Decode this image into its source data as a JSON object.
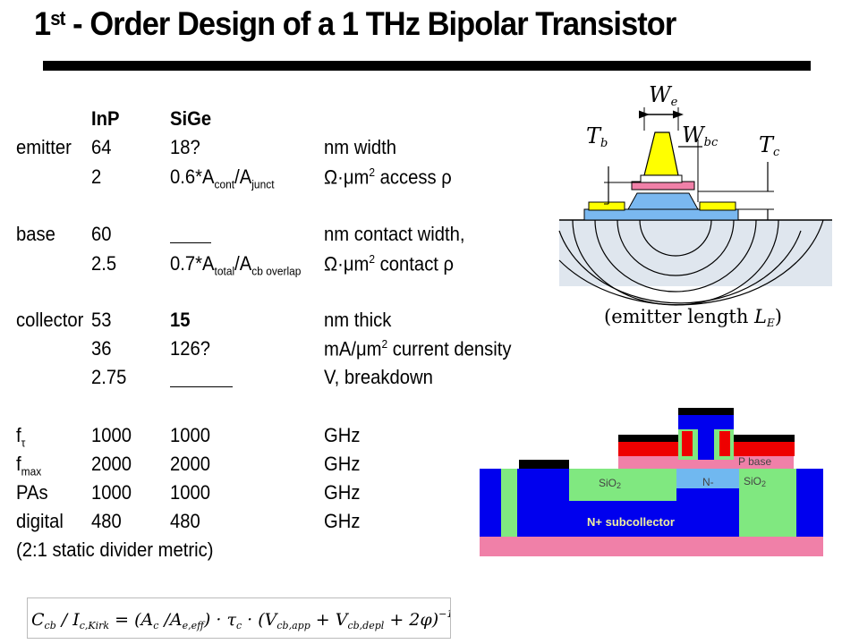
{
  "title": {
    "lead": "1",
    "sup": "st",
    "rest": " - Order Design of a 1 THz Bipolar Transistor"
  },
  "header": {
    "col1": "InP",
    "col2": "SiGe"
  },
  "rows": [
    {
      "label": "emitter",
      "inp": "64",
      "sige": "18?",
      "unit": "nm width"
    },
    {
      "label": "",
      "inp": "2",
      "sige_a": "0.6*A",
      "sige_a_sub": "cont",
      "sige_b": "/A",
      "sige_b_sub": "junct",
      "unit_a": "Ω·μm",
      "unit_sup": "2",
      "unit_b": "  access ρ"
    },
    {
      "label": "base",
      "inp": "60",
      "unit": "nm contact width,"
    },
    {
      "label": "",
      "inp": "2.5",
      "sige_a": "0.7*A",
      "sige_a_sub": "total",
      "sige_b": "/A",
      "sige_b_sub": "cb overlap",
      "unit_a": "Ω·μm",
      "unit_sup": "2",
      "unit_b": "  contact ρ"
    },
    {
      "label": "collector",
      "inp": "53",
      "sige": "15",
      "unit": "nm thick"
    },
    {
      "label": "",
      "inp": "36",
      "sige": "126?",
      "unit_a": "mA/μm",
      "unit_sup": "2",
      "unit_b": "  current density"
    },
    {
      "label": "",
      "inp": "2.75",
      "unit": "V, breakdown"
    },
    {
      "label": "f",
      "label_sub": "τ",
      "inp": "1000",
      "sige": "1000",
      "unit": "GHz"
    },
    {
      "label": "f",
      "label_sub": "max",
      "inp": "2000",
      "sige": "2000",
      "unit": "GHz"
    },
    {
      "label": "PAs",
      "inp": "1000",
      "sige": "1000",
      "unit": "GHz"
    },
    {
      "label": "digital",
      "inp": "480",
      "sige": "480",
      "unit": "GHz"
    }
  ],
  "footnote": "(2:1 static divider metric)",
  "diagram_top": {
    "we": "W",
    "we_sub": "e",
    "tb": "T",
    "tb_sub": "b",
    "wbc": "W",
    "wbc_sub": "bc",
    "tc": "T",
    "tc_sub": "c",
    "caption_a": "(emitter length ",
    "caption_l": "L",
    "caption_sub": "E",
    "caption_b": ")"
  },
  "diagram_bottom": {
    "pbase": "P base",
    "sio2_left": "SiO",
    "sio2_right": "SiO",
    "sub2": "2",
    "nminus": "N-",
    "subcollector": "N+ subcollector"
  },
  "formula": {
    "text": "C_cb / I_c,Kirk = (A_c / A_e,eff) · τ_c · (V_cb,app + V_cb,depl + 2φ)^-1"
  },
  "colors": {
    "navy": "#0000ee",
    "green": "#80e880",
    "pink": "#f080a8",
    "red": "#ee0000",
    "yellow": "#ffff00",
    "lightblue": "#70b8f0"
  }
}
